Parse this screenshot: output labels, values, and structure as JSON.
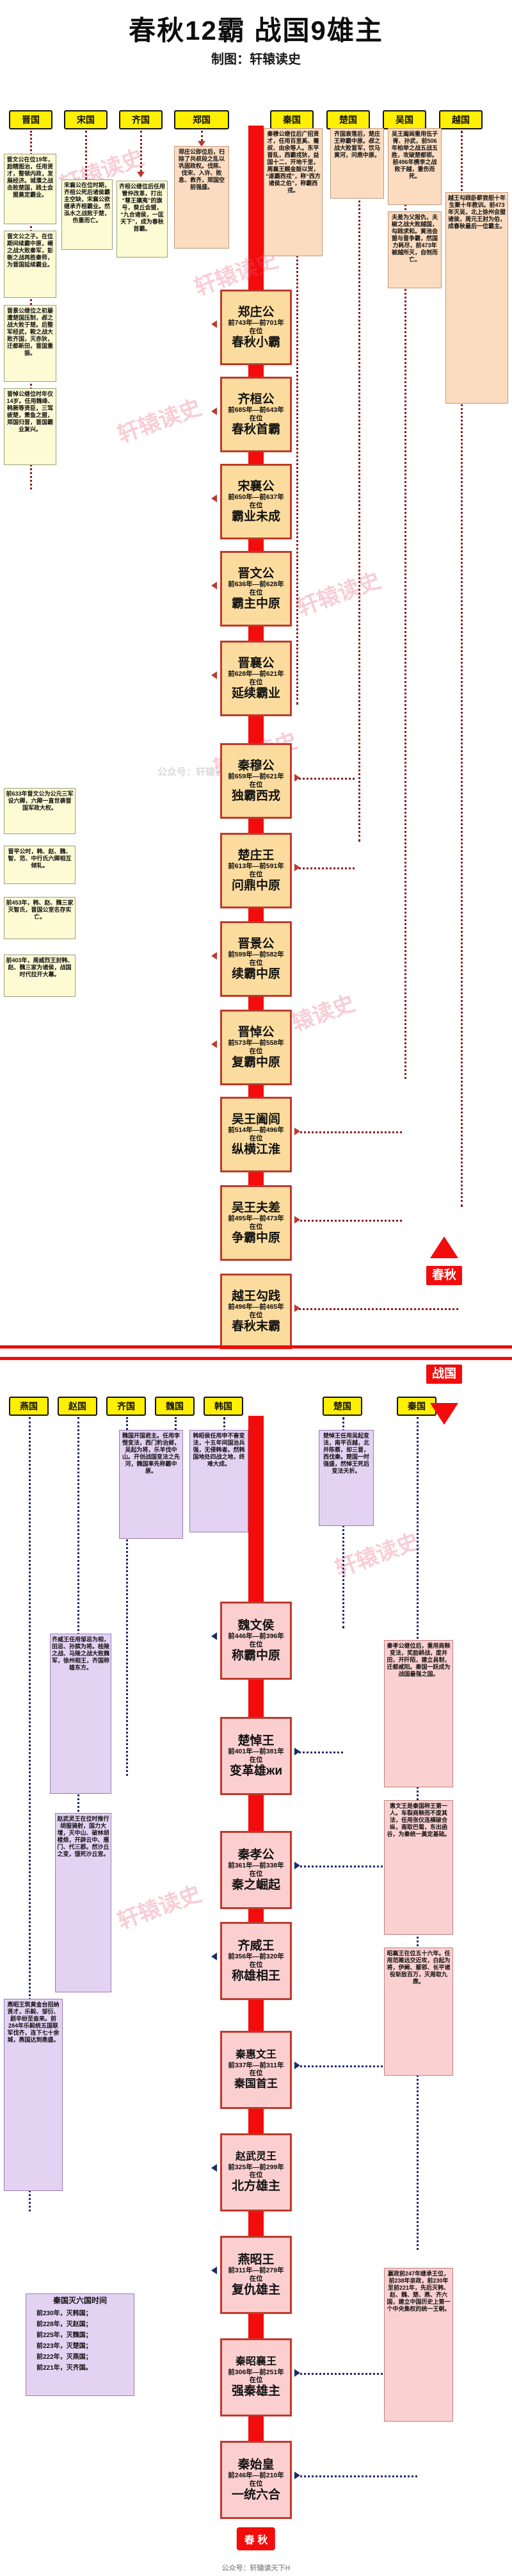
{
  "header": {
    "title": "春秋12霸  战国9雄主",
    "subtitle": "制图：轩辕读史"
  },
  "watermarks": {
    "brand": "轩辕读史",
    "footer": "公众号：轩辕读天下H"
  },
  "era_labels": {
    "spring_autumn": "春秋",
    "warring_states": "战国",
    "footer_badge": "春 秋"
  },
  "spring_autumn": {
    "country_tabs": [
      {
        "label": "晋国"
      },
      {
        "label": "宋国"
      },
      {
        "label": "齐国"
      },
      {
        "label": "郑国"
      },
      {
        "label": "秦国"
      },
      {
        "label": "楚国"
      },
      {
        "label": "吴国"
      },
      {
        "label": "越国"
      }
    ],
    "figures": [
      {
        "name": "郑庄公",
        "years": "前743年—前701年",
        "reign": "在位",
        "epithet": "春秋小霸"
      },
      {
        "name": "齐桓公",
        "years": "前685年—前643年",
        "reign": "在位",
        "epithet": "春秋首霸"
      },
      {
        "name": "宋襄公",
        "years": "前650年—前637年",
        "reign": "在位",
        "epithet": "霸业未成"
      },
      {
        "name": "晋文公",
        "years": "前636年—前628年",
        "reign": "在位",
        "epithet": "霸主中原"
      },
      {
        "name": "晋襄公",
        "years": "前628年—前621年",
        "reign": "在位",
        "epithet": "延续霸业"
      },
      {
        "name": "秦穆公",
        "years": "前659年—前621年",
        "reign": "在位",
        "epithet": "独霸西戎"
      },
      {
        "name": "楚庄王",
        "years": "前613年—前591年",
        "reign": "在位",
        "epithet": "问鼎中原"
      },
      {
        "name": "晋景公",
        "years": "前599年—前582年",
        "reign": "在位",
        "epithet": "续霸中原"
      },
      {
        "name": "晋悼公",
        "years": "前573年—前558年",
        "reign": "在位",
        "epithet": "复霸中原"
      },
      {
        "name": "吴王阖闾",
        "years": "前514年—前496年",
        "reign": "在位",
        "epithet": "纵横江淮"
      },
      {
        "name": "吴王夫差",
        "years": "前495年—前473年",
        "reign": "在位",
        "epithet": "争霸中原"
      },
      {
        "name": "越王勾践",
        "years": "前496年—前465年",
        "reign": "在位",
        "epithet": "春秋末霸"
      }
    ],
    "notes": [
      {
        "col": "jin",
        "text": "晋文公在位19年，励精图治，任用贤才，整顿内政，发展经济。城濮之战击败楚国，践土会盟奠定霸业。"
      },
      {
        "col": "jin",
        "text": "晋文公之子。在位期间续霸中原，崤之战大败秦军，彭衙之战再胜秦师，为晋国延续霸业。"
      },
      {
        "col": "jin",
        "text": "晋景公继位之初屡遭楚国压制，邲之战大败于楚。后整军经武，鞍之战大败齐国，灭赤狄，迁都新田，晋国重振。"
      },
      {
        "col": "jin",
        "text": "晋悼公继位时年仅14岁。任用魏绛、韩厥等贤臣，三驾疲楚，萧鱼之盟，郑国归晋，晋国霸业复兴。"
      },
      {
        "col": "jin",
        "text": "前633年晋文公为公元三军设六卿，六卿一直世袭晋国军政大权。"
      },
      {
        "col": "jin",
        "text": "晋平公时，韩、赵、魏、智、范、中行氏六卿相互倾轧。"
      },
      {
        "col": "jin",
        "text": "前453年，韩、赵、魏三家灭智氏，晋国公室名存实亡。"
      },
      {
        "col": "jin",
        "text": "前403年，周威烈王封韩、赵、魏三家为诸侯，战国时代拉开大幕。"
      },
      {
        "col": "song",
        "text": "宋襄公在位时期，齐桓公死后诸侯霸主空缺，宋襄公欲继承齐桓霸业。然泓水之战败于楚，伤重而亡。"
      },
      {
        "col": "qi",
        "text": "齐桓公继位后任用管仲改革，打出“尊王攘夷”的旗号，葵丘会盟，“九合诸侯，一匡天下”，成为春秋首霸。"
      },
      {
        "col": "zheng",
        "text": "郑庄公即位后，扫除了共叔段之乱以巩固政权。伐陈、伐宋、入许、败息、救齐，郑国空前强盛。"
      },
      {
        "col": "qin",
        "text": "秦穆公继位后广招贤才，任用百里奚、蹇叔、由余等人。东平晋乱，西霸戎狄，益国十二，开地千里，周襄王赐金鼓以贺，“遂霸西戎”，称“西方诸侯之伯”，称霸西戎。"
      },
      {
        "col": "chu",
        "text": "齐国衰落后，楚庄王称霸中原。邲之战大败晋军，饮马黄河，问鼎中原。"
      },
      {
        "col": "wu",
        "text": "吴王阖闾重用伍子胥、孙武，前506年柏举之战五战五胜，攻破楚都郢。前496年槜李之战败于越，重伤而死。"
      },
      {
        "col": "wu",
        "text": "夫差为父报仇，夫椒之战大败越国，勾践求和。黄池会盟与晋争霸，然国力耗尽，前473年被越所灭，自刎而亡。"
      },
      {
        "col": "yue",
        "text": "越王勾践卧薪尝胆十年生聚十年教训。前473年灭吴，北上徐州会盟诸侯，周元王封为伯，成春秋最后一位霸主。"
      }
    ]
  },
  "warring_states": {
    "country_tabs": [
      {
        "label": "燕国"
      },
      {
        "label": "赵国"
      },
      {
        "label": "齐国"
      },
      {
        "label": "魏国"
      },
      {
        "label": "韩国"
      },
      {
        "label": "楚国"
      },
      {
        "label": "秦国"
      }
    ],
    "figures": [
      {
        "name": "魏文侯",
        "years": "前446年—前396年",
        "reign": "在位",
        "epithet": "称霸中原"
      },
      {
        "name": "楚悼王",
        "years": "前401年—前381年",
        "reign": "在位",
        "epithet": "变革雄жи"
      },
      {
        "name": "秦孝公",
        "years": "前361年—前338年",
        "reign": "在位",
        "epithet": "秦之崛起"
      },
      {
        "name": "齐威王",
        "years": "前356年—前320年",
        "reign": "在位",
        "epithet": "称雄相王"
      },
      {
        "name": "秦惠文王",
        "years": "前337年—前311年",
        "reign": "在位",
        "epithet": "秦国首王"
      },
      {
        "name": "赵武灵王",
        "years": "前325年—前299年",
        "reign": "在位",
        "epithet": "北方雄主"
      },
      {
        "name": "燕昭王",
        "years": "前311年—前279年",
        "reign": "在位",
        "epithet": "复仇雄主"
      },
      {
        "name": "秦昭襄王",
        "years": "前306年—前251年",
        "reign": "在位",
        "epithet": "强秦雄主"
      },
      {
        "name": "秦始皇",
        "years": "前246年—前210年",
        "reign": "在位",
        "epithet": "一统六合"
      }
    ],
    "notes": [
      {
        "col": "yan",
        "text": "燕昭王筑黄金台招纳贤才，乐毅、邹衍、剧辛纷至沓来。前284年乐毅统五国联军伐齐，连下七十余城，燕国达到鼎盛。"
      },
      {
        "col": "zhao",
        "text": "赵武灵王在位时推行胡服骑射，国力大增，灭中山、破林胡楼烦，开辟云中、雁门、代三郡。然沙丘之变，饿死沙丘宫。"
      },
      {
        "col": "zhao",
        "text": "齐威王任用邹忌为相，田忌、孙膑为将。桂陵之战、马陵之战大败魏军，徐州相王，齐国称雄东方。"
      },
      {
        "col": "wei",
        "text": "魏国开国君主。任用李悝变法，西门豹治邺，吴起为将，乐羊伐中山。开创战国变法之先河，魏国率先称霸中原。"
      },
      {
        "col": "han",
        "text": "韩昭侯任用申不害变法，十五年间国治兵强，无侵韩者。然韩国地处四战之地，终难大成。"
      },
      {
        "col": "chu",
        "text": "楚悼王任用吴起变法，南平百越，北并陈蔡，却三晋，西伐秦。楚国一时强盛，然悼王死后变法夭折。"
      },
      {
        "col": "qin1",
        "text": "秦孝公继位后，重用商鞅变法，奖励耕战，废井田，开阡陌，建立县制，迁都咸阳。秦国一跃成为战国最强之国。"
      },
      {
        "col": "qin1",
        "text": "惠文王是秦国称王第一人。车裂商鞅而不废其法，任用张仪连横破合纵，南取巴蜀，东出函谷，为秦统一奠定基础。"
      },
      {
        "col": "qin1",
        "text": "昭襄王在位五十六年。任用范雎远交近攻，白起为将，伊阙、鄢郢、长平诸役斩敌百万，灭周取九鼎。"
      },
      {
        "col": "qin1",
        "text": "嬴政前247年继承王位，前238年亲政，前230年至前221年，先后灭韩、赵、魏、楚、燕、齐六国，建立中国历史上第一个中央集权的统一王朝。"
      }
    ],
    "qin_unify": {
      "title": "秦国灭六国时间",
      "rows": [
        "前230年，灭韩国；",
        "前228年，灭赵国；",
        "前225年，灭魏国；",
        "前223年，灭楚国；",
        "前222年，灭燕国；",
        "前221年，灭齐国。"
      ]
    }
  }
}
